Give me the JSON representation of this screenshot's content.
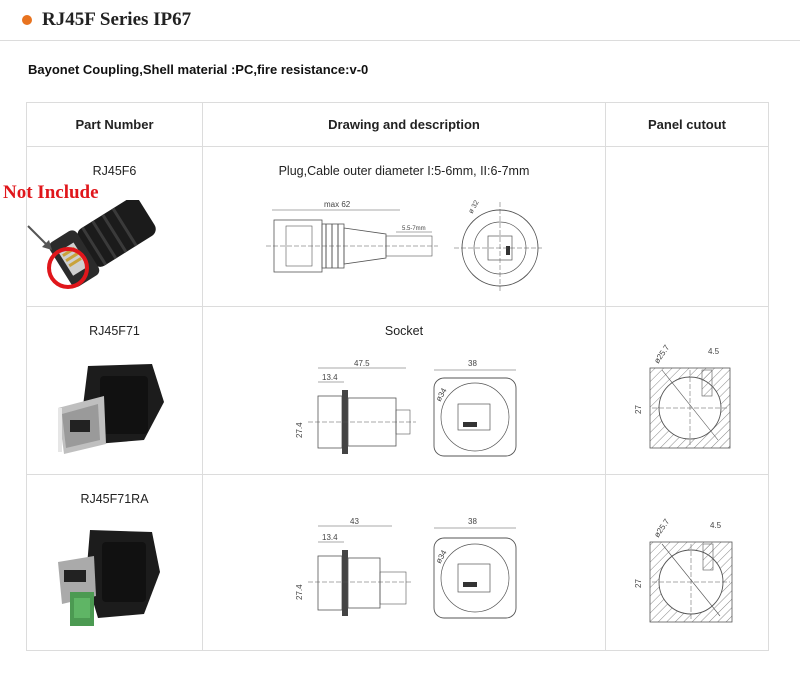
{
  "header": {
    "title": "RJ45F Series IP67",
    "bullet_color": "#e8731f"
  },
  "subtitle": "Bayonet Coupling,Shell material :PC,fire resistance:v-0",
  "table": {
    "columns": [
      "Part Number",
      "Drawing and description",
      "Panel cutout"
    ],
    "rows": [
      {
        "part": "RJ45F6",
        "description": "Plug,Cable outer diameter I:5-6mm, II:6-7mm"
      },
      {
        "part": "RJ45F71",
        "description": "Socket"
      },
      {
        "part": "RJ45F71RA",
        "description": ""
      }
    ]
  },
  "annotation": {
    "text": "Not Include",
    "color": "#e0161b"
  },
  "dimensions": {
    "plug": {
      "length": "max 62",
      "cable": "5.5-7mm",
      "dia": "ø 32"
    },
    "socket": {
      "length": "47.5",
      "flange": "13.4",
      "height": "27.4",
      "width": "38",
      "dia": "ø34"
    },
    "socket_ra": {
      "length": "43",
      "flange": "13.4",
      "height": "27.4",
      "width": "38",
      "dia": "ø34"
    },
    "cutout": {
      "dia": "ø25.7",
      "key": "4.5",
      "side": "27"
    }
  }
}
